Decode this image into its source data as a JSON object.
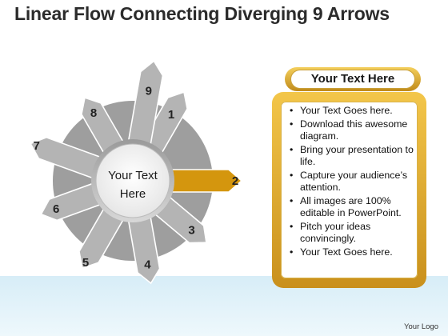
{
  "title": "Linear Flow Connecting Diverging 9 Arrows",
  "hub": {
    "line1": "Your Text",
    "line2": "Here"
  },
  "arrows": [
    {
      "number": "1",
      "highlighted": false
    },
    {
      "number": "2",
      "highlighted": true
    },
    {
      "number": "3",
      "highlighted": false
    },
    {
      "number": "4",
      "highlighted": false
    },
    {
      "number": "5",
      "highlighted": false
    },
    {
      "number": "6",
      "highlighted": false
    },
    {
      "number": "7",
      "highlighted": false
    },
    {
      "number": "8",
      "highlighted": false
    },
    {
      "number": "9",
      "highlighted": false
    }
  ],
  "panel": {
    "title": "Your Text Here",
    "bullets": [
      "Your Text Goes here.",
      "Download this awesome diagram.",
      "Bring your presentation to life.",
      "Capture your audience’s attention.",
      "All images are 100% editable in PowerPoint.",
      "Pitch your ideas convincingly.",
      "Your Text Goes here."
    ]
  },
  "brand": "Your Logo",
  "colors": {
    "arrow": "#b4b4b4",
    "highlight": "#d4960e",
    "accent": "#e8b830"
  }
}
